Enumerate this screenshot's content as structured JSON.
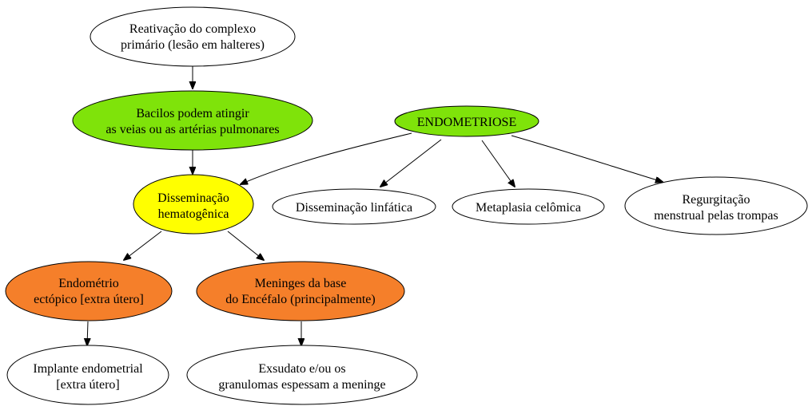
{
  "colors": {
    "white": "#ffffff",
    "green": "#7fe30a",
    "yellow": "#ffff00",
    "orange": "#f57f2a"
  },
  "nodes": {
    "reativacao": {
      "line1": "Reativação do complexo",
      "line2": "primário (lesão em halteres)",
      "fill": "#ffffff"
    },
    "bacilos": {
      "line1": "Bacilos podem atingir",
      "line2": "as veias ou as artérias pulmonares",
      "fill": "#7fe30a"
    },
    "endometriose": {
      "line1": "ENDOMETRIOSE",
      "fill": "#7fe30a"
    },
    "hematogenica": {
      "line1": "Disseminação",
      "line2": "hematogênica",
      "fill": "#ffff00"
    },
    "linfatica": {
      "line1": "Disseminação linfática",
      "fill": "#ffffff"
    },
    "metaplasia": {
      "line1": "Metaplasia celômica",
      "fill": "#ffffff"
    },
    "regurgitacao": {
      "line1": "Regurgitação",
      "line2": "menstrual pelas trompas",
      "fill": "#ffffff"
    },
    "endometrio": {
      "line1": "Endométrio",
      "line2": "ectópico [extra útero]",
      "fill": "#f57f2a"
    },
    "meninges": {
      "line1": "Meninges da base",
      "line2": "do Encéfalo (principalmente)",
      "fill": "#f57f2a"
    },
    "implante": {
      "line1": "Implante endometrial",
      "line2": "[extra útero]",
      "fill": "#ffffff"
    },
    "exsudato": {
      "line1": "Exsudato e/ou os",
      "line2": "granulomas espessam a meninge",
      "fill": "#ffffff"
    }
  },
  "edges": [
    {
      "from": "reativacao",
      "to": "bacilos"
    },
    {
      "from": "bacilos",
      "to": "hematogenica"
    },
    {
      "from": "endometriose",
      "to": "hematogenica"
    },
    {
      "from": "endometriose",
      "to": "linfatica"
    },
    {
      "from": "endometriose",
      "to": "metaplasia"
    },
    {
      "from": "endometriose",
      "to": "regurgitacao"
    },
    {
      "from": "hematogenica",
      "to": "endometrio"
    },
    {
      "from": "hematogenica",
      "to": "meninges"
    },
    {
      "from": "endometrio",
      "to": "implante"
    },
    {
      "from": "meninges",
      "to": "exsudato"
    }
  ]
}
